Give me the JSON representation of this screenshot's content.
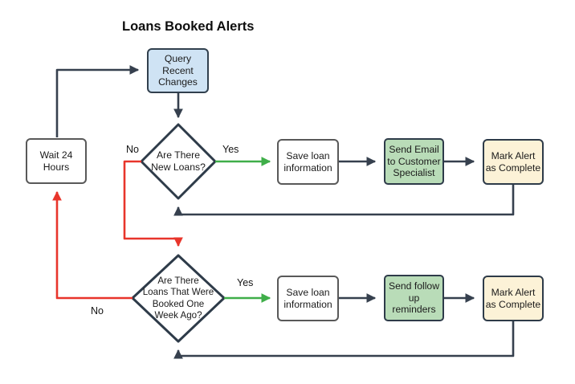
{
  "title": "Loans Booked Alerts",
  "nodes": {
    "query_recent_changes": {
      "label": "Query\nRecent\nChanges"
    },
    "wait_24_hours": {
      "label": "Wait 24\nHours"
    },
    "are_there_new_loans": {
      "label": "Are There\nNew Loans?"
    },
    "save_loan_information_1": {
      "label": "Save loan\ninformation"
    },
    "send_email_to_customer_specialist": {
      "label": "Send Email\nto Customer\nSpecialist"
    },
    "mark_alert_as_complete_1": {
      "label": "Mark Alert\nas Complete"
    },
    "are_there_loans_booked_one_week_ago": {
      "label": "Are There\nLoans That Were\nBooked One\nWeek Ago?"
    },
    "save_loan_information_2": {
      "label": "Save loan\ninformation"
    },
    "send_follow_up_reminders": {
      "label": "Send follow\nup\nreminders"
    },
    "mark_alert_as_complete_2": {
      "label": "Mark Alert\nas Complete"
    }
  },
  "edge_labels": {
    "new_loans_yes": "Yes",
    "new_loans_no": "No",
    "week_ago_yes": "Yes",
    "week_ago_no": "No"
  },
  "colors": {
    "process_blue_fill": "#cfe3f4",
    "action_green_fill": "#b9dcb8",
    "complete_cream_fill": "#fcf2d7",
    "decision_white_fill": "#ffffff",
    "dark_stroke": "#36404e",
    "gray_stroke": "#595959",
    "yes_arrow_green": "#3fae49",
    "no_arrow_red": "#e8352b"
  }
}
